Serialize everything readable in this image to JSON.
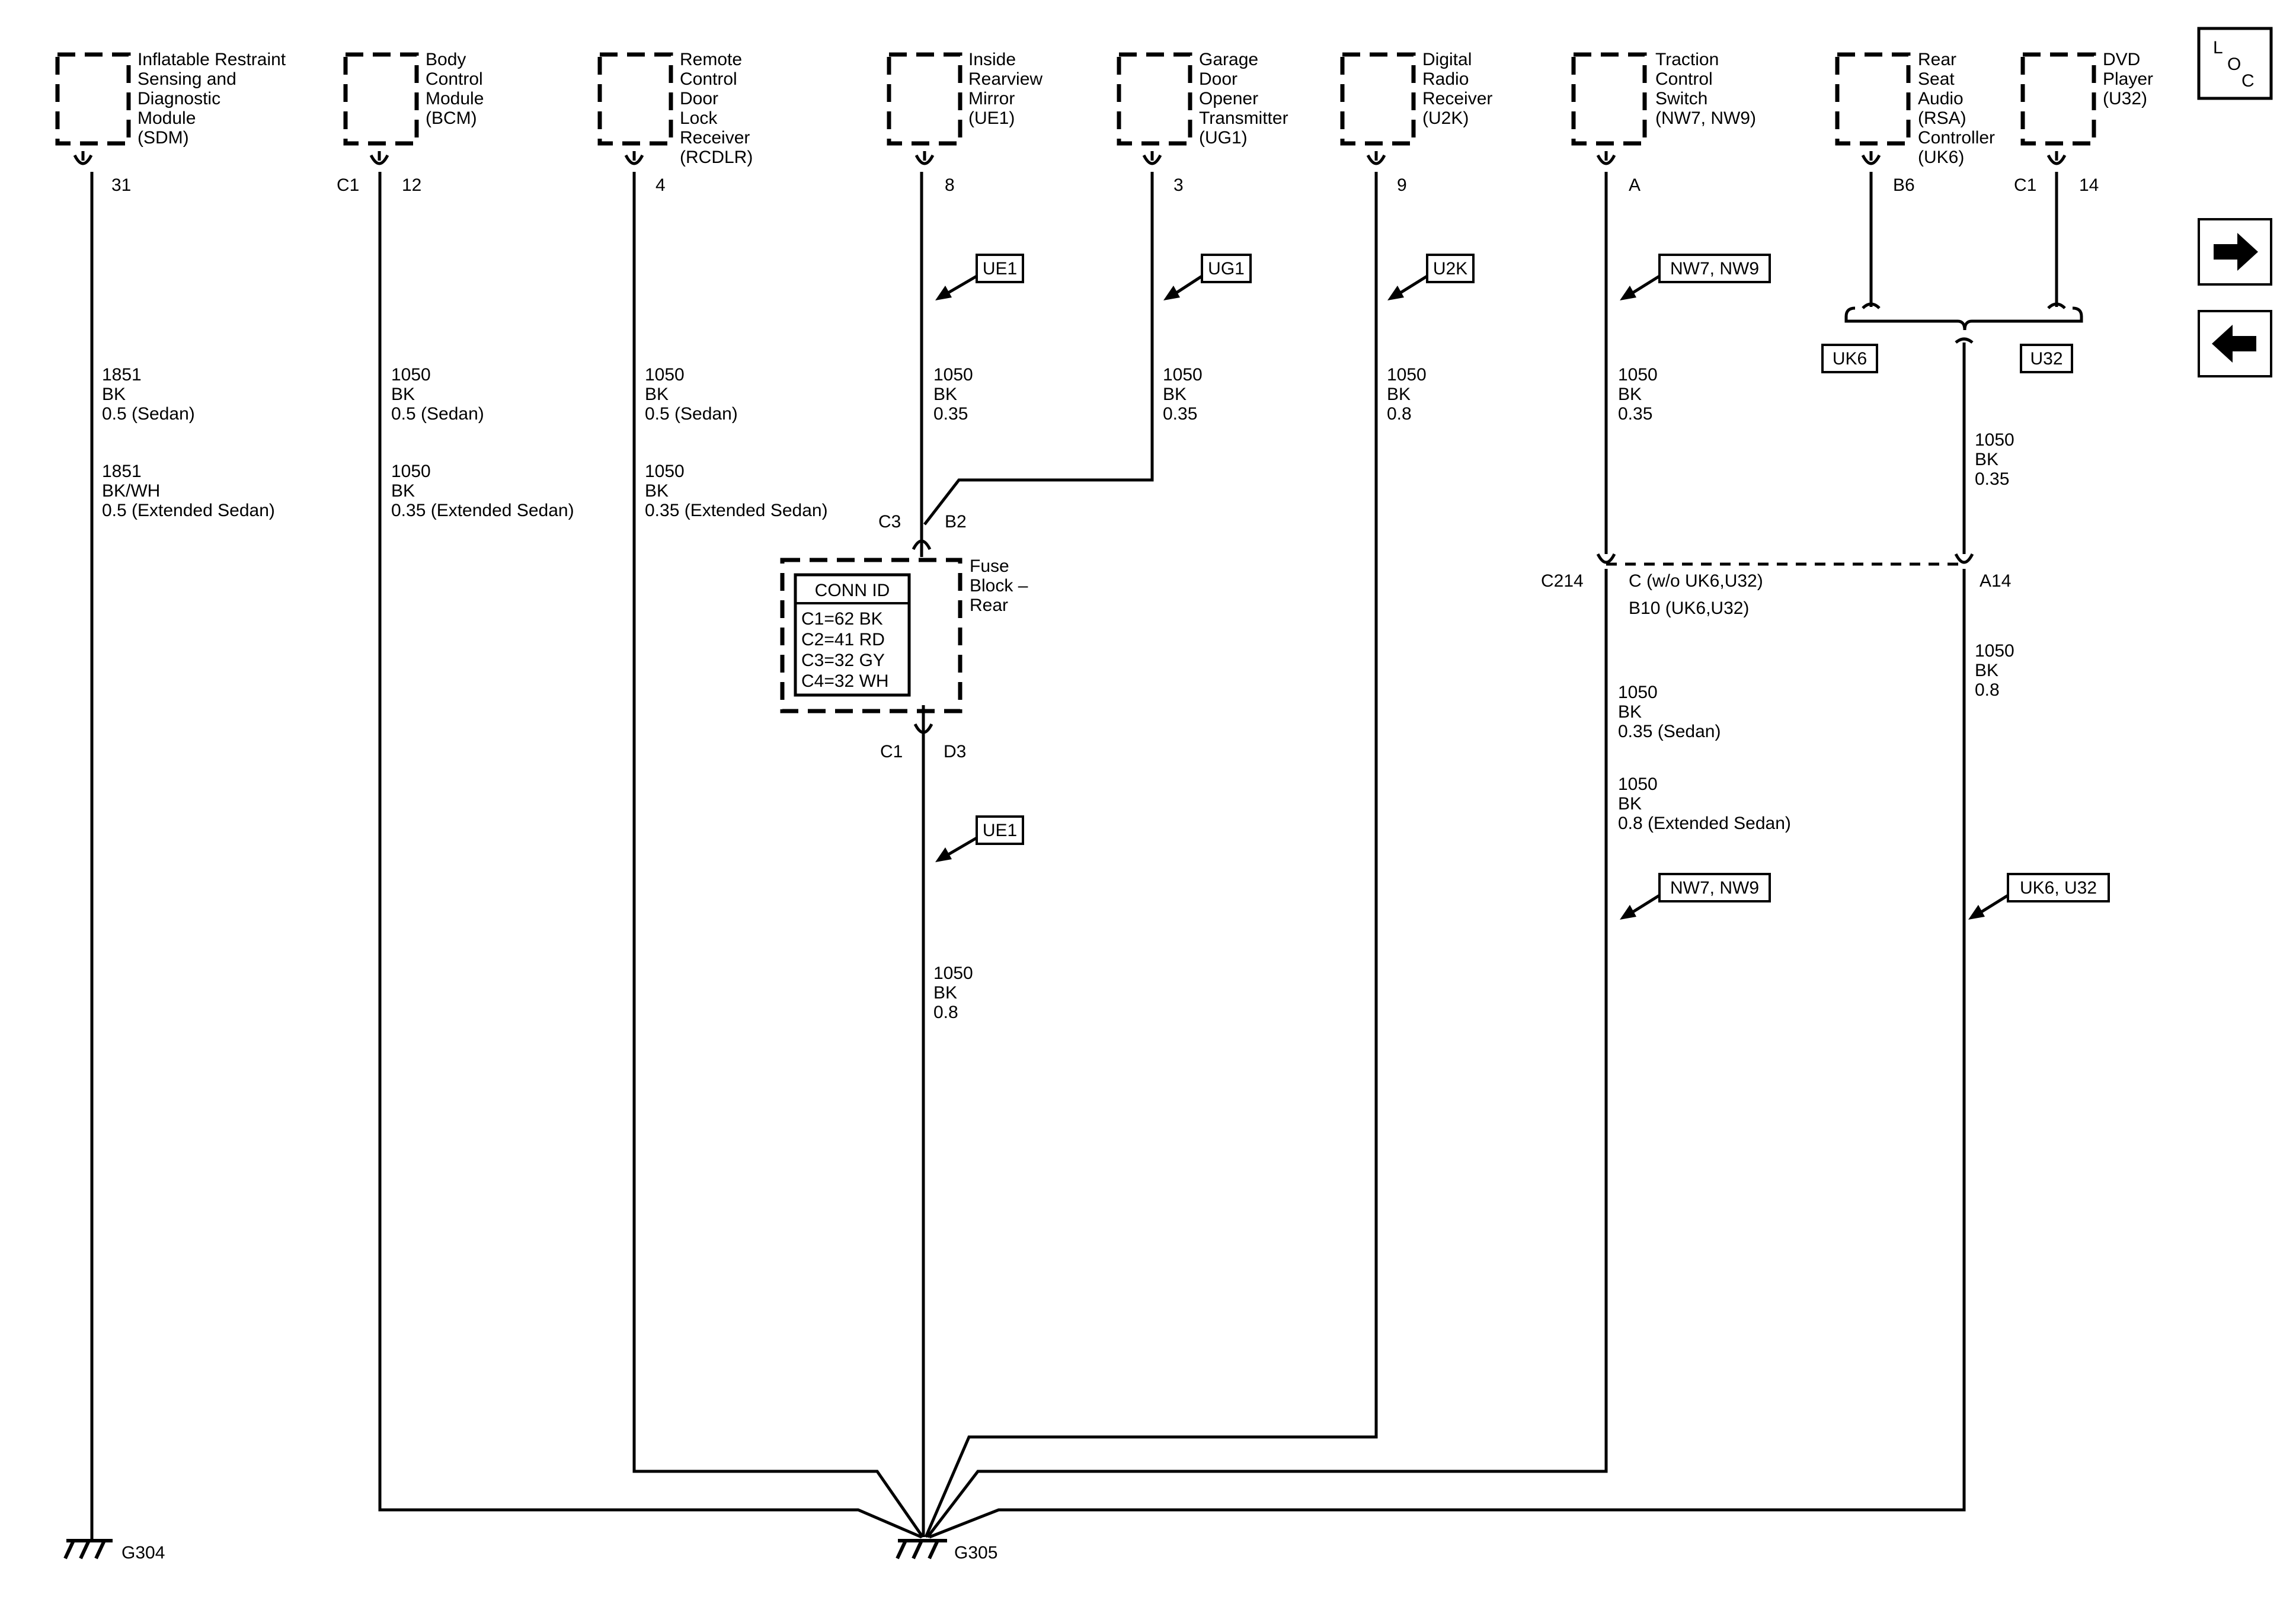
{
  "components": [
    {
      "id": "sdm",
      "lines": [
        "Inflatable Restraint",
        "Sensing and",
        "Diagnostic",
        "Module",
        "(SDM)"
      ],
      "connector": "",
      "pin": "31"
    },
    {
      "id": "bcm",
      "lines": [
        "Body",
        "Control",
        "Module",
        "(BCM)"
      ],
      "connector": "C1",
      "pin": "12"
    },
    {
      "id": "rcdlr",
      "lines": [
        "Remote",
        "Control",
        "Door",
        "Lock",
        "Receiver",
        "(RCDLR)"
      ],
      "connector": "",
      "pin": "4"
    },
    {
      "id": "ue1",
      "lines": [
        "Inside",
        "Rearview",
        "Mirror",
        "(UE1)"
      ],
      "connector": "",
      "pin": "8"
    },
    {
      "id": "ug1",
      "lines": [
        "Garage",
        "Door",
        "Opener",
        "Transmitter",
        "(UG1)"
      ],
      "connector": "",
      "pin": "3"
    },
    {
      "id": "u2k",
      "lines": [
        "Digital",
        "Radio",
        "Receiver",
        "(U2K)"
      ],
      "connector": "",
      "pin": "9"
    },
    {
      "id": "tcs",
      "lines": [
        "Traction",
        "Control",
        "Switch",
        "(NW7, NW9)"
      ],
      "connector": "",
      "pin": "A"
    },
    {
      "id": "rsa",
      "lines": [
        "Rear",
        "Seat",
        "Audio",
        "(RSA)",
        "Controller",
        "(UK6)"
      ],
      "connector": "",
      "pin": "B6"
    },
    {
      "id": "dvd",
      "lines": [
        "DVD",
        "Player",
        "(U32)"
      ],
      "connector": "C1",
      "pin": "14"
    }
  ],
  "wire_labels": [
    {
      "id": "sdm-a",
      "lines": [
        "1851",
        "BK",
        "0.5 (Sedan)"
      ]
    },
    {
      "id": "sdm-b",
      "lines": [
        "1851",
        "BK/WH",
        "0.5 (Extended Sedan)"
      ]
    },
    {
      "id": "bcm-a",
      "lines": [
        "1050",
        "BK",
        "0.5 (Sedan)"
      ]
    },
    {
      "id": "bcm-b",
      "lines": [
        "1050",
        "BK",
        "0.35 (Extended Sedan)"
      ]
    },
    {
      "id": "rcdlr-a",
      "lines": [
        "1050",
        "BK",
        "0.5 (Sedan)"
      ]
    },
    {
      "id": "rcdlr-b",
      "lines": [
        "1050",
        "BK",
        "0.35 (Extended Sedan)"
      ]
    },
    {
      "id": "ue1",
      "lines": [
        "1050",
        "BK",
        "0.35"
      ]
    },
    {
      "id": "ug1",
      "lines": [
        "1050",
        "BK",
        "0.35"
      ]
    },
    {
      "id": "u2k",
      "lines": [
        "1050",
        "BK",
        "0.8"
      ]
    },
    {
      "id": "tcs",
      "lines": [
        "1050",
        "BK",
        "0.35"
      ]
    },
    {
      "id": "rsa-dvd",
      "lines": [
        "1050",
        "BK",
        "0.35"
      ]
    },
    {
      "id": "fuse-out",
      "lines": [
        "1050",
        "BK",
        "0.8"
      ]
    },
    {
      "id": "c214-a",
      "lines": [
        "1050",
        "BK",
        "0.35 (Sedan)"
      ]
    },
    {
      "id": "c214-b",
      "lines": [
        "1050",
        "BK",
        "0.8 (Extended Sedan)"
      ]
    },
    {
      "id": "a14",
      "lines": [
        "1050",
        "BK",
        "0.8"
      ]
    }
  ],
  "option_tags": {
    "ue1_upper": "UE1",
    "ug1": "UG1",
    "u2k": "U2K",
    "nw_upper": "NW7, NW9",
    "uk6": "UK6",
    "u32": "U32",
    "ue1_lower": "UE1",
    "nw_lower": "NW7, NW9",
    "uk6_u32": "UK6, U32"
  },
  "fuse_block": {
    "name_lines": [
      "Fuse",
      "Block –",
      "Rear"
    ],
    "in_connector": "C3",
    "in_pin": "B2",
    "out_connector": "C1",
    "out_pin": "D3",
    "conn_id_title": "CONN ID",
    "conn_ids": [
      "C1=62 BK",
      "C2=41 RD",
      "C3=32 GY",
      "C4=32 WH"
    ]
  },
  "inline_connector": {
    "name": "C214",
    "pin_c": "C (w/o UK6,U32)",
    "pin_b10": "B10 (UK6,U32)",
    "pin_a14": "A14"
  },
  "grounds": {
    "g304": "G304",
    "g305": "G305"
  },
  "loc_icon": [
    "L",
    "O",
    "C"
  ],
  "nav": {
    "next": "next-arrow-icon",
    "prev": "previous-arrow-icon"
  }
}
